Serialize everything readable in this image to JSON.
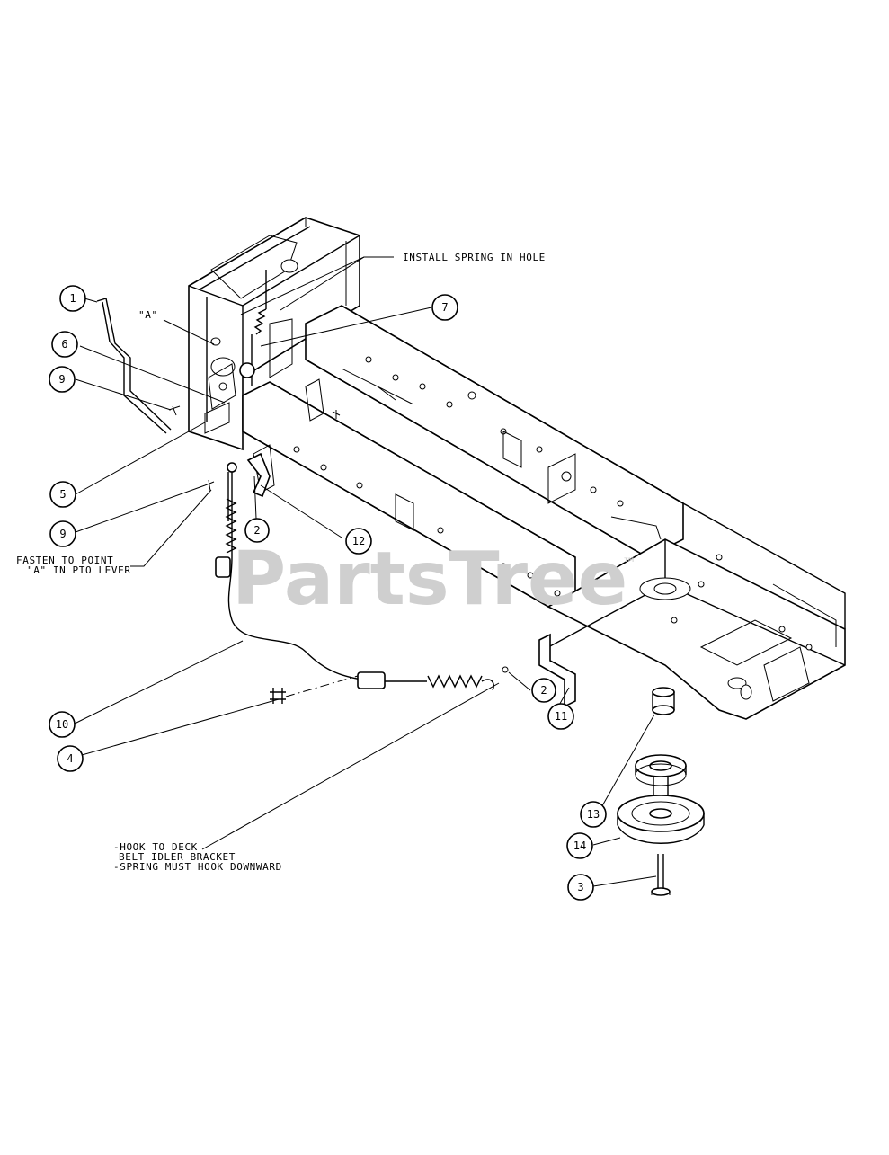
{
  "watermark": {
    "text": "PartsTree",
    "tm": "™"
  },
  "notes": {
    "install_spring": "INSTALL SPRING IN HOLE",
    "point_a": "\"A\"",
    "fasten_line1": "FASTEN TO POINT",
    "fasten_line2": "\"A\" IN PTO LEVER",
    "hook_line1": "-HOOK TO DECK",
    "hook_line2": "BELT IDLER BRACKET",
    "hook_line3": "-SPRING MUST HOOK DOWNWARD"
  },
  "callouts": [
    {
      "id": "c1",
      "label": "1"
    },
    {
      "id": "c6",
      "label": "6"
    },
    {
      "id": "c9a",
      "label": "9"
    },
    {
      "id": "c5",
      "label": "5"
    },
    {
      "id": "c9b",
      "label": "9"
    },
    {
      "id": "c2a",
      "label": "2"
    },
    {
      "id": "c12",
      "label": "12"
    },
    {
      "id": "c7",
      "label": "7"
    },
    {
      "id": "c10",
      "label": "10"
    },
    {
      "id": "c4",
      "label": "4"
    },
    {
      "id": "c2b",
      "label": "2"
    },
    {
      "id": "c11",
      "label": "11"
    },
    {
      "id": "c13",
      "label": "13"
    },
    {
      "id": "c14",
      "label": "14"
    },
    {
      "id": "c3",
      "label": "3"
    }
  ]
}
